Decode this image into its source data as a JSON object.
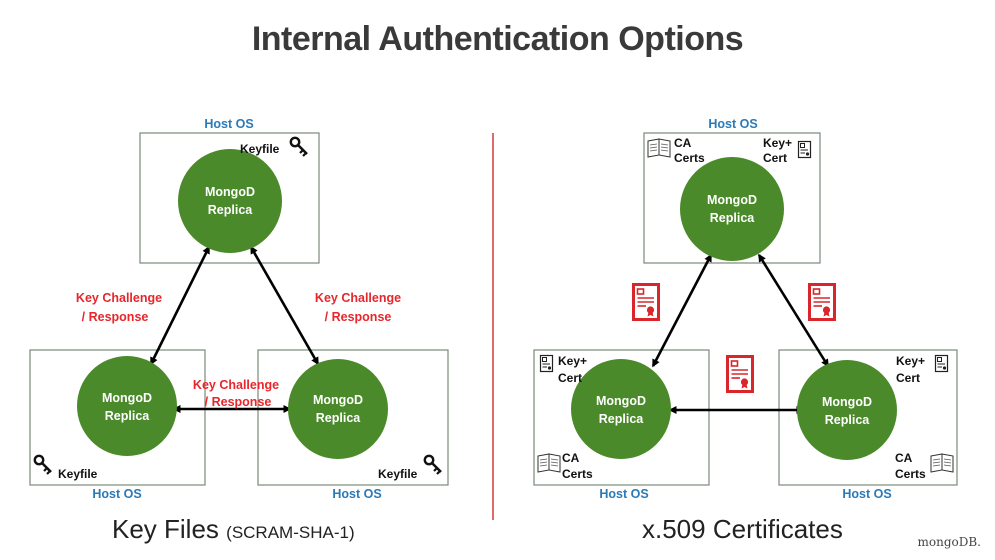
{
  "title": "Internal Authentication Options",
  "left": {
    "host_label": "Host OS",
    "keyfile_label": "Keyfile",
    "replica_line1": "MongoD",
    "replica_line2": "Replica",
    "challenge_line1": "Key Challenge",
    "challenge_line2": "/ Response",
    "caption_main": "Key Files",
    "caption_sub": "(SCRAM-SHA-1)"
  },
  "right": {
    "host_label": "Host OS",
    "ca_line1": "CA",
    "ca_line2": "Certs",
    "keycert_line1": "Key+",
    "keycert_line2": "Cert",
    "replica_line1": "MongoD",
    "replica_line2": "Replica",
    "caption": "x.509 Certificates"
  },
  "brand": "mongoDB.",
  "colors": {
    "node": "#4a8a2a",
    "host": "#2a7ab8",
    "accent": "#e8262b",
    "divider": "#d84545"
  }
}
